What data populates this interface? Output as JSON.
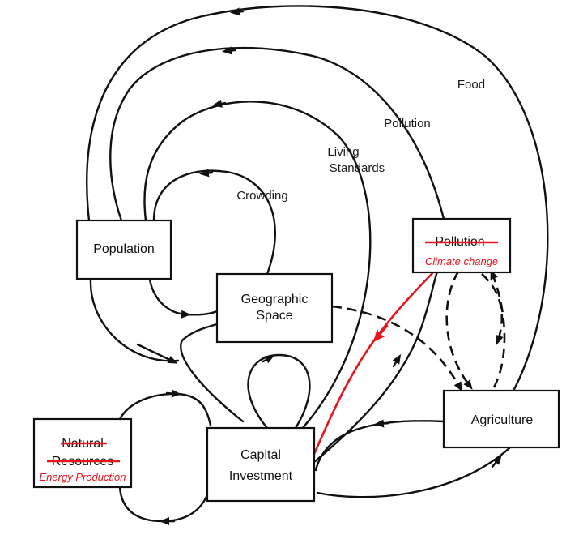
{
  "nodes": {
    "population": "Population",
    "geographic_space_line1": "Geographic",
    "geographic_space_line2": "Space",
    "capital_investment_line1": "Capital",
    "capital_investment_line2": "Investment",
    "agriculture": "Agriculture",
    "pollution": "Pollution",
    "pollution_replacement": "Climate change",
    "natural_resources_line1": "Natural",
    "natural_resources_line2": "Resources",
    "natural_resources_replacement": "Energy Production"
  },
  "links": {
    "food": "Food",
    "pollution": "Pollution",
    "living_standards_line1": "Living",
    "living_standards_line2": "Standards",
    "crowding": "Crowding"
  },
  "colors": {
    "ink": "#111111",
    "edit_red": "#e8141b"
  }
}
